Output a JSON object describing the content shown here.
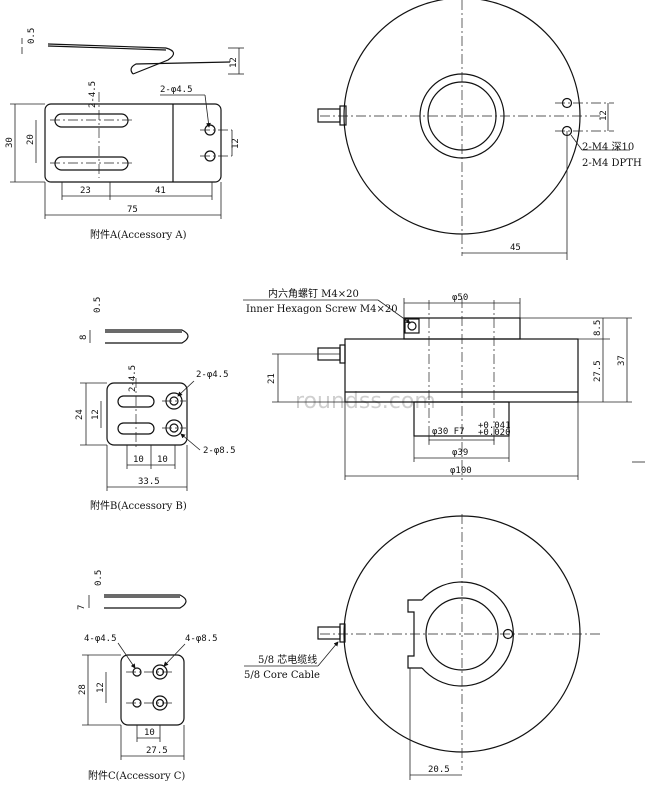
{
  "accessory_a": {
    "caption": "附件A(Accessory A)",
    "dims": {
      "thk": "0.5",
      "h_side": "12",
      "slot": "2-4.5",
      "hole": "2-φ4.5",
      "h30": "30",
      "h20": "20",
      "h12": "12",
      "w23": "23",
      "w41": "41",
      "w75": "75"
    }
  },
  "accessory_b": {
    "caption": "附件B(Accessory B)",
    "dims": {
      "thk": "0.5",
      "h8": "8",
      "slot": "2-4.5",
      "hole1": "2-φ4.5",
      "hole2": "2-φ8.5",
      "h24": "24",
      "h12": "12",
      "w10a": "10",
      "w10b": "10",
      "w335": "33.5"
    }
  },
  "accessory_c": {
    "caption": "附件C(Accessory C)",
    "dims": {
      "thk": "0.5",
      "h7": "7",
      "hole1": "4-φ4.5",
      "hole2": "4-φ8.5",
      "h28": "28",
      "h12": "12",
      "w10": "10",
      "w275": "27.5"
    }
  },
  "top_view": {
    "thread_cn": "2-M4 深10",
    "thread_en": "2-M4 DPTH 10",
    "dim12": "12",
    "dim45": "45"
  },
  "side_view": {
    "screw_cn": "内六角螺钉 M4×20",
    "screw_en": "Inner Hexagon Screw M4×20",
    "d50": "φ50",
    "h85": "8.5",
    "h275": "27.5",
    "h37": "37",
    "h21": "21",
    "fit": "φ30 F7",
    "tol_up": "+0.041",
    "tol_lo": "+0.020",
    "d39": "φ39",
    "d100": "φ100"
  },
  "bottom_view": {
    "cable_cn": "5/8 芯电缆线",
    "cable_en": "5/8 Core Cable",
    "dim205": "20.5"
  },
  "watermark": "roundss.com"
}
